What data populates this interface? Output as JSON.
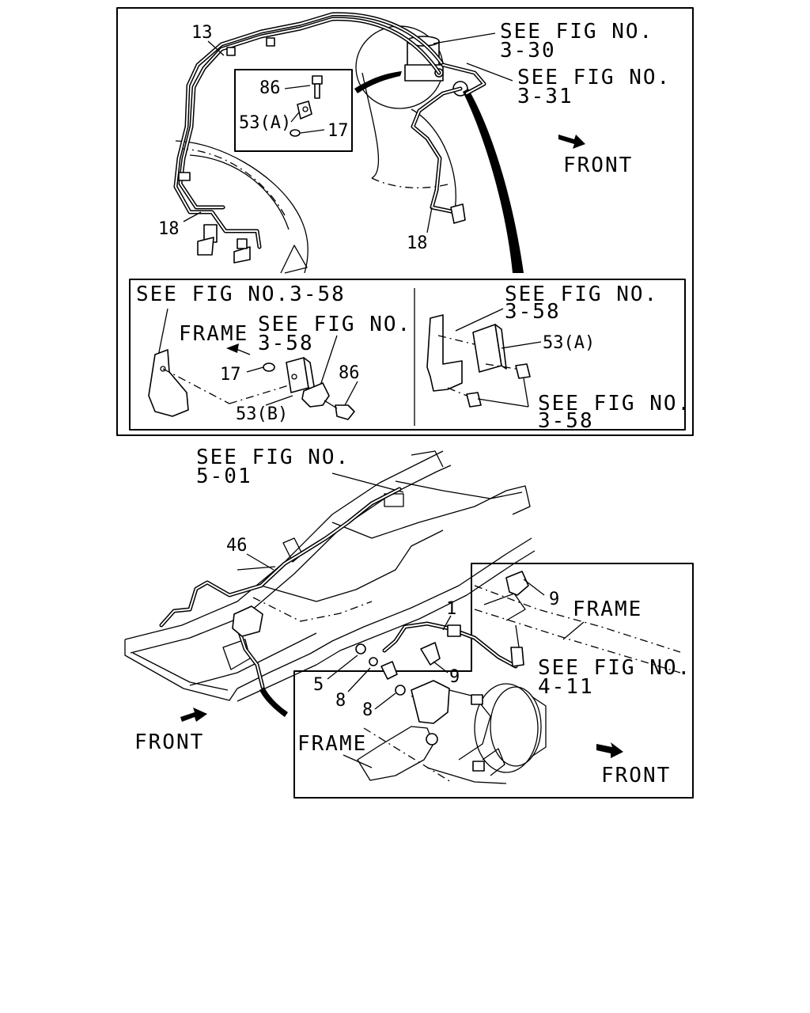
{
  "top_panel": {
    "callout_13": "13",
    "callout_18_left": "18",
    "callout_18_right": "18",
    "see_fig_3_30_line1": "SEE FIG NO.",
    "see_fig_3_30_line2": "3-30",
    "see_fig_3_31_line1": "SEE FIG NO.",
    "see_fig_3_31_line2": "3-31",
    "front_label": "FRONT",
    "inset": {
      "callout_86": "86",
      "callout_53a": "53(A)",
      "callout_17": "17"
    }
  },
  "detail_left": {
    "see_fig_header": "SEE FIG NO.3-58",
    "frame_label": "FRAME",
    "see_fig_line1": "SEE FIG NO.",
    "see_fig_line2": "3-58",
    "callout_17": "17",
    "callout_86": "86",
    "callout_53b": "53(B)"
  },
  "detail_right": {
    "see_fig_top_line1": "SEE FIG NO.",
    "see_fig_top_line2": "3-58",
    "callout_53a": "53(A)",
    "see_fig_bottom_line1": "SEE FIG NO.",
    "see_fig_bottom_line2": "3-58"
  },
  "chassis": {
    "see_fig_5_01_line1": "SEE FIG NO.",
    "see_fig_5_01_line2": "5-01",
    "callout_46": "46",
    "front_label": "FRONT"
  },
  "rear_detail": {
    "callout_1": "1",
    "callout_9_top": "9",
    "callout_9_mid": "9",
    "callout_5": "5",
    "callout_8_a": "8",
    "callout_8_b": "8",
    "frame_label_top": "FRAME",
    "frame_label_left": "FRAME",
    "see_fig_4_11_line1": "SEE FIG NO.",
    "see_fig_4_11_line2": "4-11",
    "front_label": "FRONT"
  }
}
